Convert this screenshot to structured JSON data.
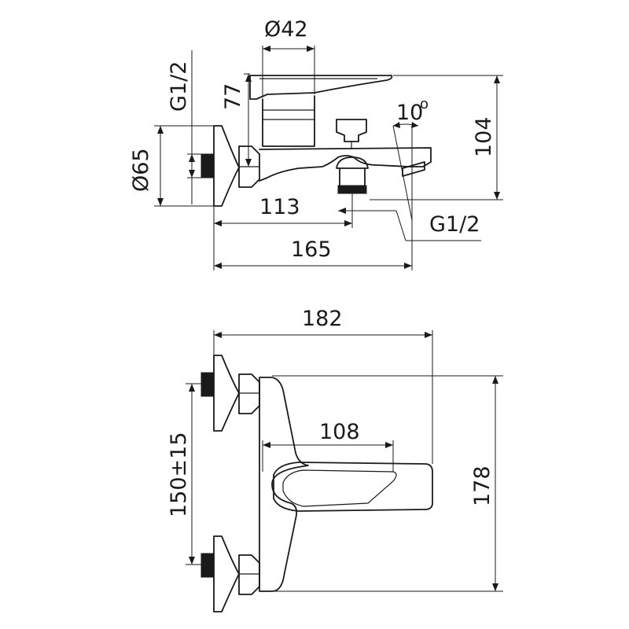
{
  "side_view": {
    "dia_42": "Ø42",
    "g12_inlet": "G1/2",
    "height_77": "77",
    "dia_65": "Ø65",
    "angle_10": "10",
    "degree_mark": "o",
    "height_104": "104",
    "length_113": "113",
    "g12_outlet": "G1/2",
    "length_165": "165"
  },
  "top_view": {
    "width_182": "182",
    "lever_108": "108",
    "spacing_150": "150±15",
    "height_178": "178"
  }
}
